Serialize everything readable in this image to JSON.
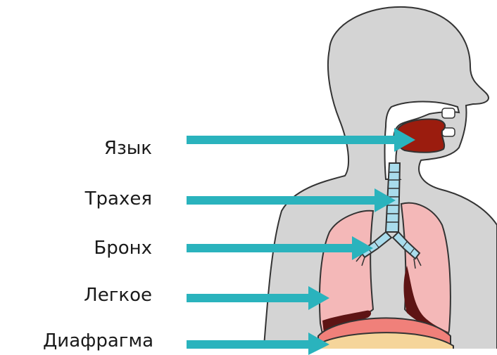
{
  "labels": {
    "tongue": "Язык",
    "trachea": "Трахея",
    "bronchus": "Бронх",
    "lung": "Легкое",
    "diaphragm": "Диафрагма"
  },
  "colors": {
    "body": "#d4d4d4",
    "outline": "#333333",
    "arrow": "#2ab3bd",
    "tongue": "#9b1c0e",
    "lungs": "#f4b8b8",
    "lung_dark": "#5e1414",
    "diaphragm": "#f0807a",
    "diaphragm_band": "#f5d59a",
    "trachea": "#a9dcec"
  }
}
